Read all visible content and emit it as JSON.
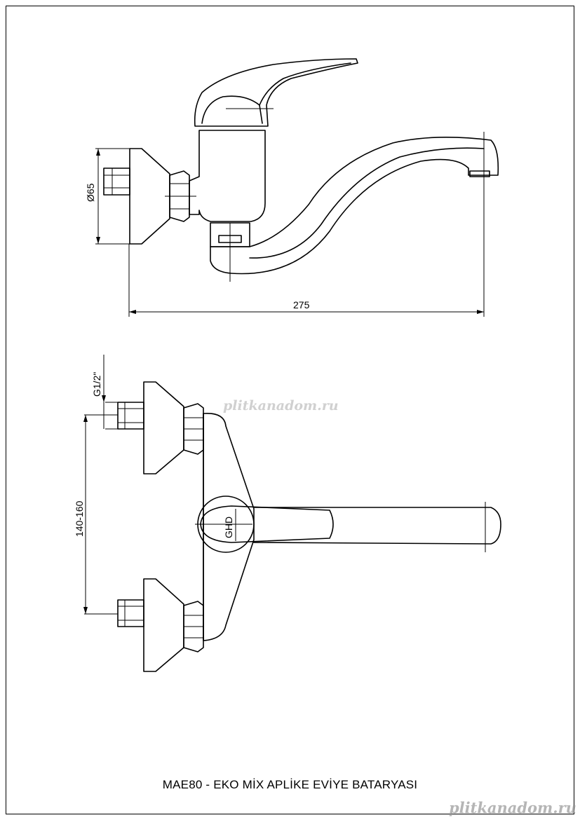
{
  "title": "MAE80 - EKO MİX APLİKE EVİYE BATARYASI",
  "dimensions": {
    "diameter": "Ø65",
    "length": "275",
    "thread": "G1/2\"",
    "spacing": "140-160"
  },
  "handle_mark": "GHD",
  "watermark": {
    "center": "plitkanadom.ru",
    "corner": "plitkanadom.ru"
  },
  "colors": {
    "line": "#000000",
    "background": "#ffffff",
    "watermark": "#969696"
  }
}
